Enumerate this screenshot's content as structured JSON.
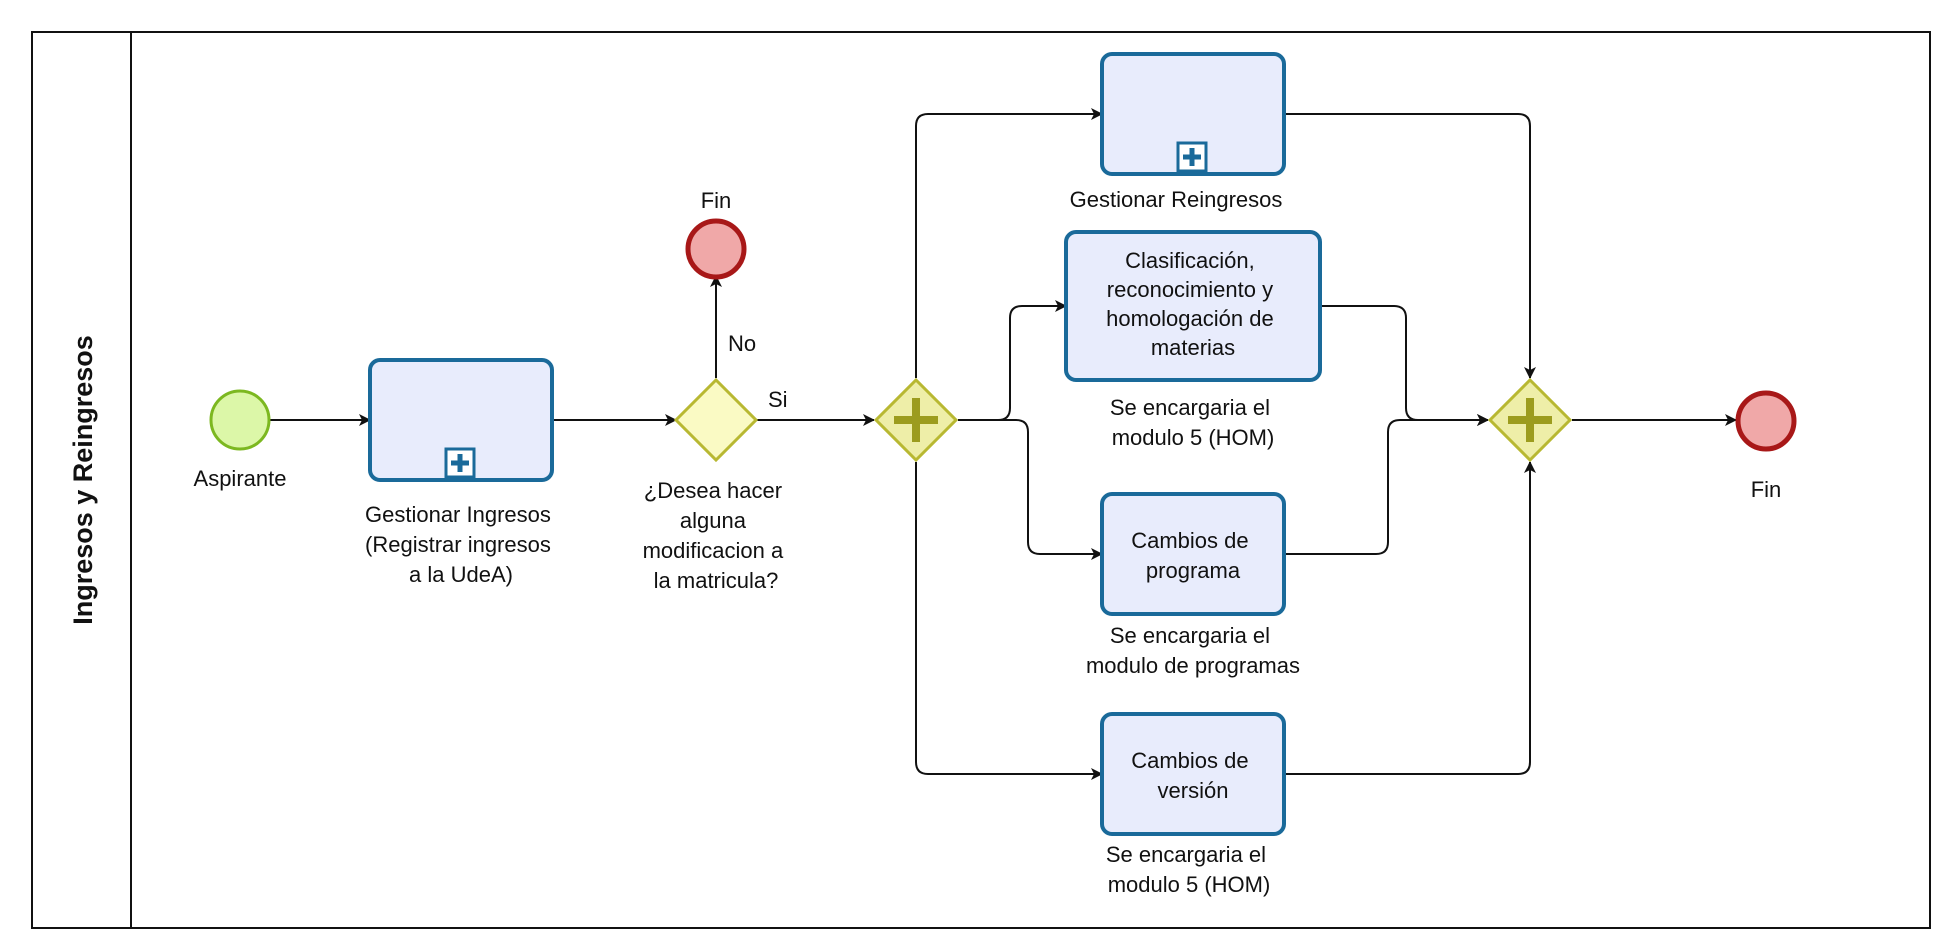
{
  "pool": {
    "lane_title": "Ingresos y Reingresos"
  },
  "colors": {
    "task_fill": "#e8ecfc",
    "task_stroke": "#1a6a9a",
    "gateway_fill": "#fafac4",
    "gateway_stroke": "#b8b832",
    "parallel_fill": "#eeeea8",
    "parallel_plus": "#9c9c1e",
    "start_fill": "#dcf7a8",
    "start_stroke": "#7cb820",
    "end_fill": "#f0a8a8",
    "end_stroke": "#a81818",
    "flow": "#111111"
  },
  "events": {
    "start": {
      "label": "Aspirante"
    },
    "end_no": {
      "label": "Fin"
    },
    "end_final": {
      "label": "Fin"
    }
  },
  "tasks": {
    "gestionar_ingresos": {
      "label_lines": [
        "Gestionar Ingresos",
        "(Registrar ingresos",
        "a la UdeA)"
      ],
      "icon": "subprocess-plus-icon"
    },
    "gestionar_reingresos": {
      "label_lines": [
        "Gestionar Reingresos"
      ],
      "icon": "subprocess-plus-icon"
    },
    "clasificacion": {
      "label_lines": [
        "Clasificación,",
        "reconocimiento y",
        "homologación de",
        "materias"
      ],
      "note_lines": [
        "Se encargaria el",
        "modulo 5 (HOM)"
      ]
    },
    "cambios_programa": {
      "label_lines": [
        "Cambios de",
        "programa"
      ],
      "note_lines": [
        "Se encargaria el",
        "modulo de programas"
      ]
    },
    "cambios_version": {
      "label_lines": [
        "Cambios de",
        "versión"
      ],
      "note_lines": [
        "Se encargaria el",
        "modulo 5 (HOM)"
      ]
    }
  },
  "gateways": {
    "decision": {
      "label_lines": [
        "¿Desea hacer",
        "alguna",
        "modificacion a",
        "la matricula?"
      ]
    },
    "parallel_split": {
      "icon": "parallel-plus-icon"
    },
    "parallel_join": {
      "icon": "parallel-plus-icon"
    }
  },
  "flows": {
    "yes_label": "Si",
    "no_label": "No"
  }
}
